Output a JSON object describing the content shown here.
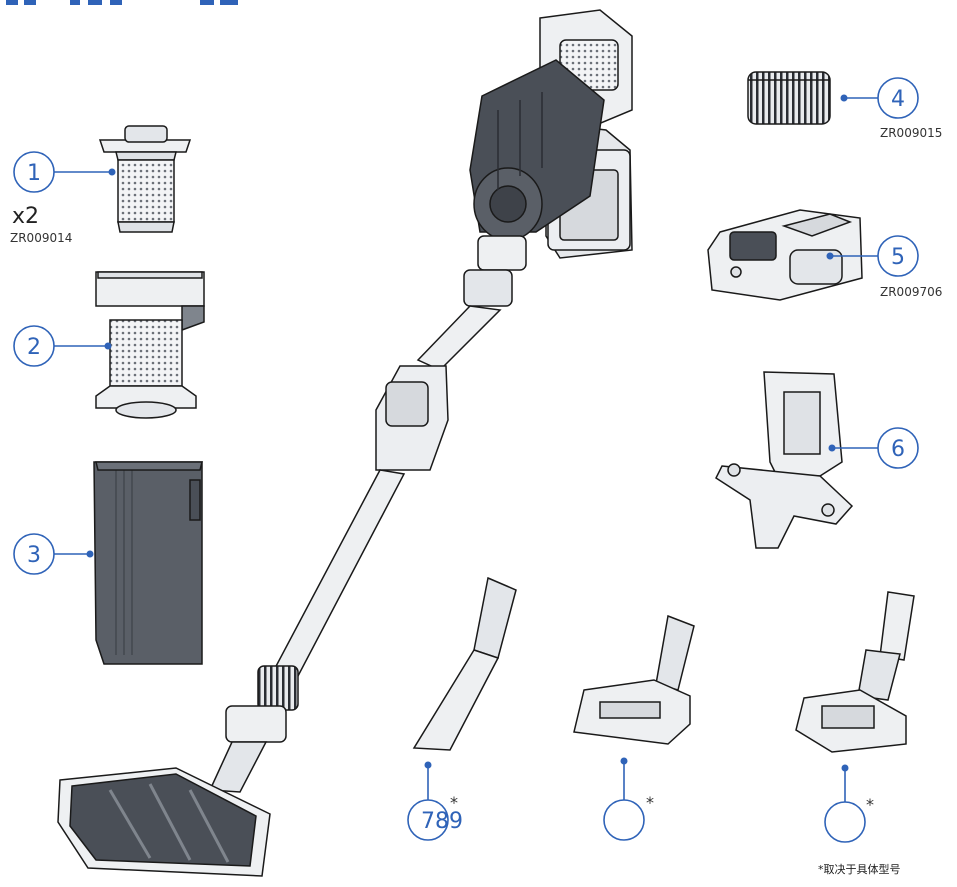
{
  "header": {
    "partial_title": "..."
  },
  "callouts": [
    {
      "number": "1",
      "quantity": "x2",
      "part_code": "ZR009014"
    },
    {
      "number": "2"
    },
    {
      "number": "3"
    },
    {
      "number": "4",
      "part_code": "ZR009015"
    },
    {
      "number": "5",
      "part_code": "ZR009706"
    },
    {
      "number": "6"
    },
    {
      "numbers": "789",
      "asterisk": "*"
    },
    {
      "asterisk": "*"
    },
    {
      "asterisk": "*"
    }
  ],
  "footnote": "*取决于具体型号",
  "colors": {
    "accent": "#2f63b8",
    "line": "#2f63b8",
    "part_dark": "#4a4f57",
    "part_light": "#eef0f2",
    "outline": "#1a1a1a"
  },
  "icons": [
    "post-motor-filter-icon",
    "filter-assembly-icon",
    "dust-bin-cover-icon",
    "hepa-filter-icon",
    "battery-pack-icon",
    "wall-bracket-icon",
    "stick-vacuum-icon",
    "crevice-tool-icon",
    "upholstery-tool-icon",
    "mini-motor-brush-icon"
  ]
}
